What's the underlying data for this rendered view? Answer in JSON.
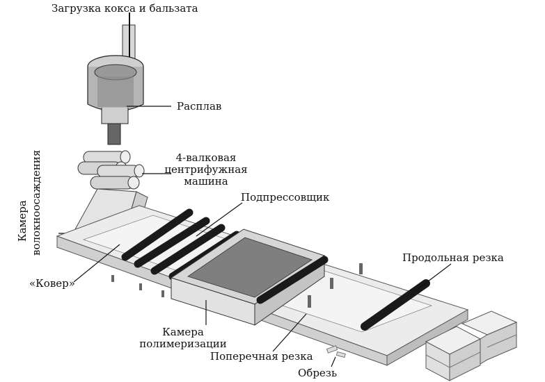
{
  "labels": {
    "loading": "Загрузка кокса и бальзата",
    "melt": "Расплав",
    "centrifuge_l1": "4-валковая",
    "centrifuge_l2": "центрифужная",
    "centrifuge_l3": "машина",
    "chamber_l1": "Камера",
    "chamber_l2": "волокноосаждения",
    "presser": "Подпрессовщик",
    "carpet": "«Ковер»",
    "long_cut": "Продольная резка",
    "poly_l1": "Камера",
    "poly_l2": "полимеризации",
    "cross_cut": "Поперечная резка",
    "trim": "Обрезь"
  },
  "colors": {
    "line": "#111111",
    "light": "#e6e6e6",
    "mid": "#c8c8c8",
    "dark": "#8a8a8a",
    "roller": "#1a1a1a"
  }
}
